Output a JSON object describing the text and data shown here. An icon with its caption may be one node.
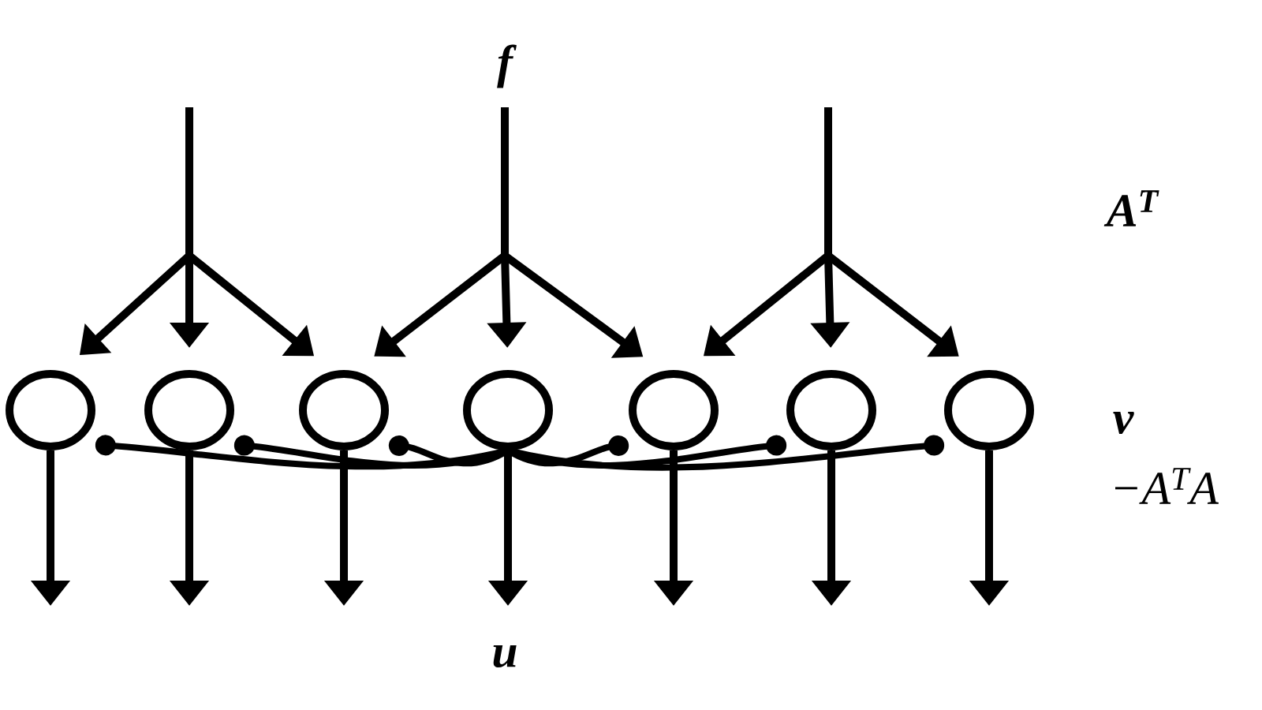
{
  "diagram": {
    "nodes": [
      {
        "text": [],
        "shape": "circle"
      },
      {
        "text": [],
        "shape": "circle"
      },
      {
        "text": [],
        "shape": "circle"
      },
      {
        "text": [],
        "shape": "circle"
      },
      {
        "text": [],
        "shape": "circle"
      },
      {
        "text": [],
        "shape": "circle"
      },
      {
        "text": [],
        "shape": "circle"
      }
    ],
    "edges": [
      {
        "from": null,
        "to": 0,
        "arrow": "to"
      },
      {
        "from": null,
        "to": 1,
        "arrow": "to"
      },
      {
        "from": null,
        "to": 2,
        "arrow": "to"
      },
      {
        "from": null,
        "to": 2,
        "arrow": "to"
      },
      {
        "from": null,
        "to": 3,
        "arrow": "to"
      },
      {
        "from": null,
        "to": 4,
        "arrow": "to"
      },
      {
        "from": null,
        "to": 4,
        "arrow": "to"
      },
      {
        "from": null,
        "to": 5,
        "arrow": "to"
      },
      {
        "from": null,
        "to": 6,
        "arrow": "to"
      },
      {
        "from": 0,
        "to": null,
        "arrow": "to"
      },
      {
        "from": 1,
        "to": null,
        "arrow": "to"
      },
      {
        "from": 2,
        "to": null,
        "arrow": "to"
      },
      {
        "from": 3,
        "to": null,
        "arrow": "to"
      },
      {
        "from": 4,
        "to": null,
        "arrow": "to"
      },
      {
        "from": 5,
        "to": null,
        "arrow": "to"
      },
      {
        "from": 6,
        "to": null,
        "arrow": "to"
      },
      {
        "from": 3,
        "to": 0,
        "arrow": "other"
      },
      {
        "from": 3,
        "to": 1,
        "arrow": "other"
      },
      {
        "from": 3,
        "to": 2,
        "arrow": "other"
      },
      {
        "from": 3,
        "to": 4,
        "arrow": "other"
      },
      {
        "from": 3,
        "to": 5,
        "arrow": "other"
      },
      {
        "from": 3,
        "to": 6,
        "arrow": "other"
      }
    ],
    "labels": [
      "f",
      "A$^{T}$",
      "v",
      "−A$^{T}$A",
      "u"
    ]
  }
}
